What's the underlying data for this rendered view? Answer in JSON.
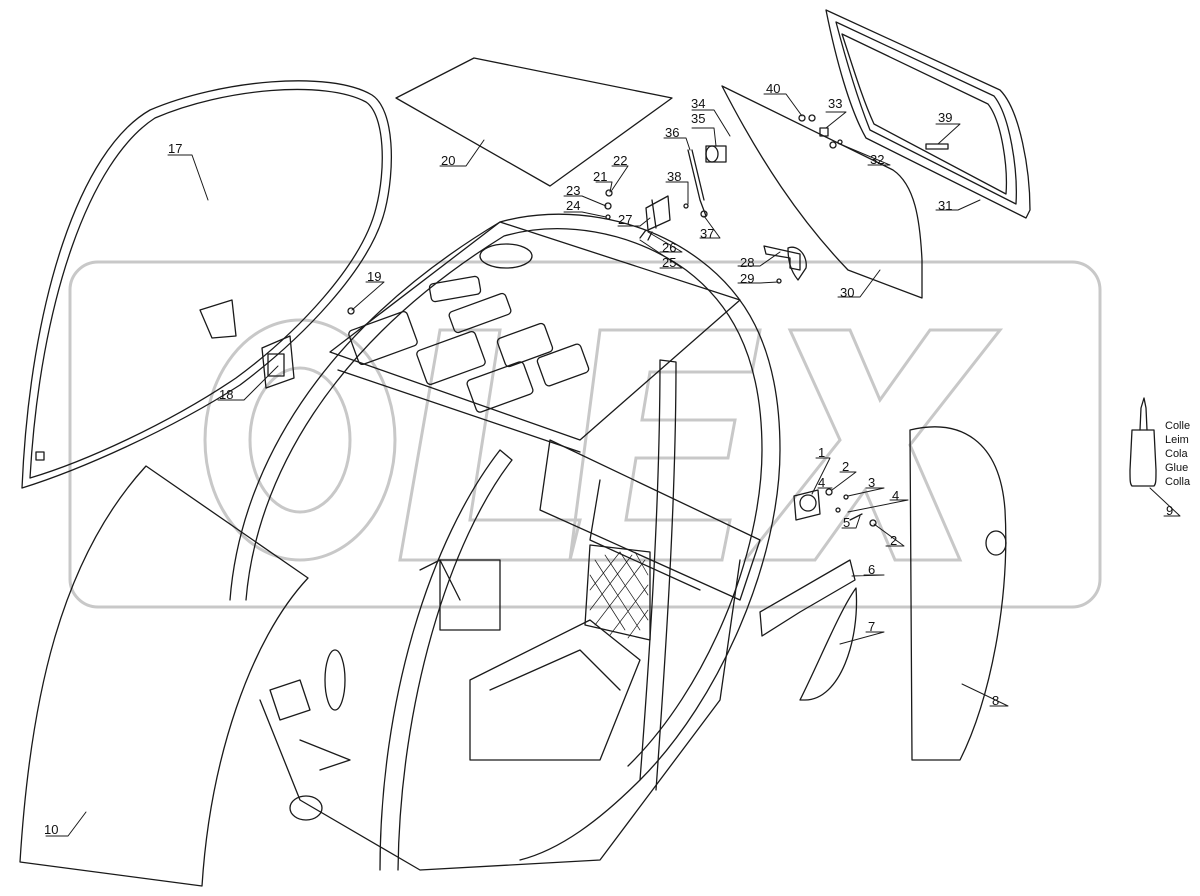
{
  "watermark": "OLEX",
  "glue_labels": [
    "Colle",
    "Leim",
    "Cola",
    "Glue",
    "Colla"
  ],
  "callouts": [
    {
      "id": "c1",
      "text": "1"
    },
    {
      "id": "c2a",
      "text": "2"
    },
    {
      "id": "c2b",
      "text": "2"
    },
    {
      "id": "c3",
      "text": "3"
    },
    {
      "id": "c4a",
      "text": "4"
    },
    {
      "id": "c4b",
      "text": "4"
    },
    {
      "id": "c5",
      "text": "5"
    },
    {
      "id": "c6",
      "text": "6"
    },
    {
      "id": "c7",
      "text": "7"
    },
    {
      "id": "c8",
      "text": "8"
    },
    {
      "id": "c9",
      "text": "9"
    },
    {
      "id": "c10",
      "text": "10"
    },
    {
      "id": "c17",
      "text": "17"
    },
    {
      "id": "c18",
      "text": "18"
    },
    {
      "id": "c19",
      "text": "19"
    },
    {
      "id": "c20",
      "text": "20"
    },
    {
      "id": "c21",
      "text": "21"
    },
    {
      "id": "c22",
      "text": "22"
    },
    {
      "id": "c23",
      "text": "23"
    },
    {
      "id": "c24",
      "text": "24"
    },
    {
      "id": "c25",
      "text": "25"
    },
    {
      "id": "c26",
      "text": "26"
    },
    {
      "id": "c27",
      "text": "27"
    },
    {
      "id": "c28",
      "text": "28"
    },
    {
      "id": "c29",
      "text": "29"
    },
    {
      "id": "c30",
      "text": "30"
    },
    {
      "id": "c31",
      "text": "31"
    },
    {
      "id": "c32",
      "text": "32"
    },
    {
      "id": "c33",
      "text": "33"
    },
    {
      "id": "c34",
      "text": "34"
    },
    {
      "id": "c35",
      "text": "35"
    },
    {
      "id": "c36",
      "text": "36"
    },
    {
      "id": "c37",
      "text": "37"
    },
    {
      "id": "c38",
      "text": "38"
    },
    {
      "id": "c39",
      "text": "39"
    },
    {
      "id": "c40",
      "text": "40"
    }
  ]
}
